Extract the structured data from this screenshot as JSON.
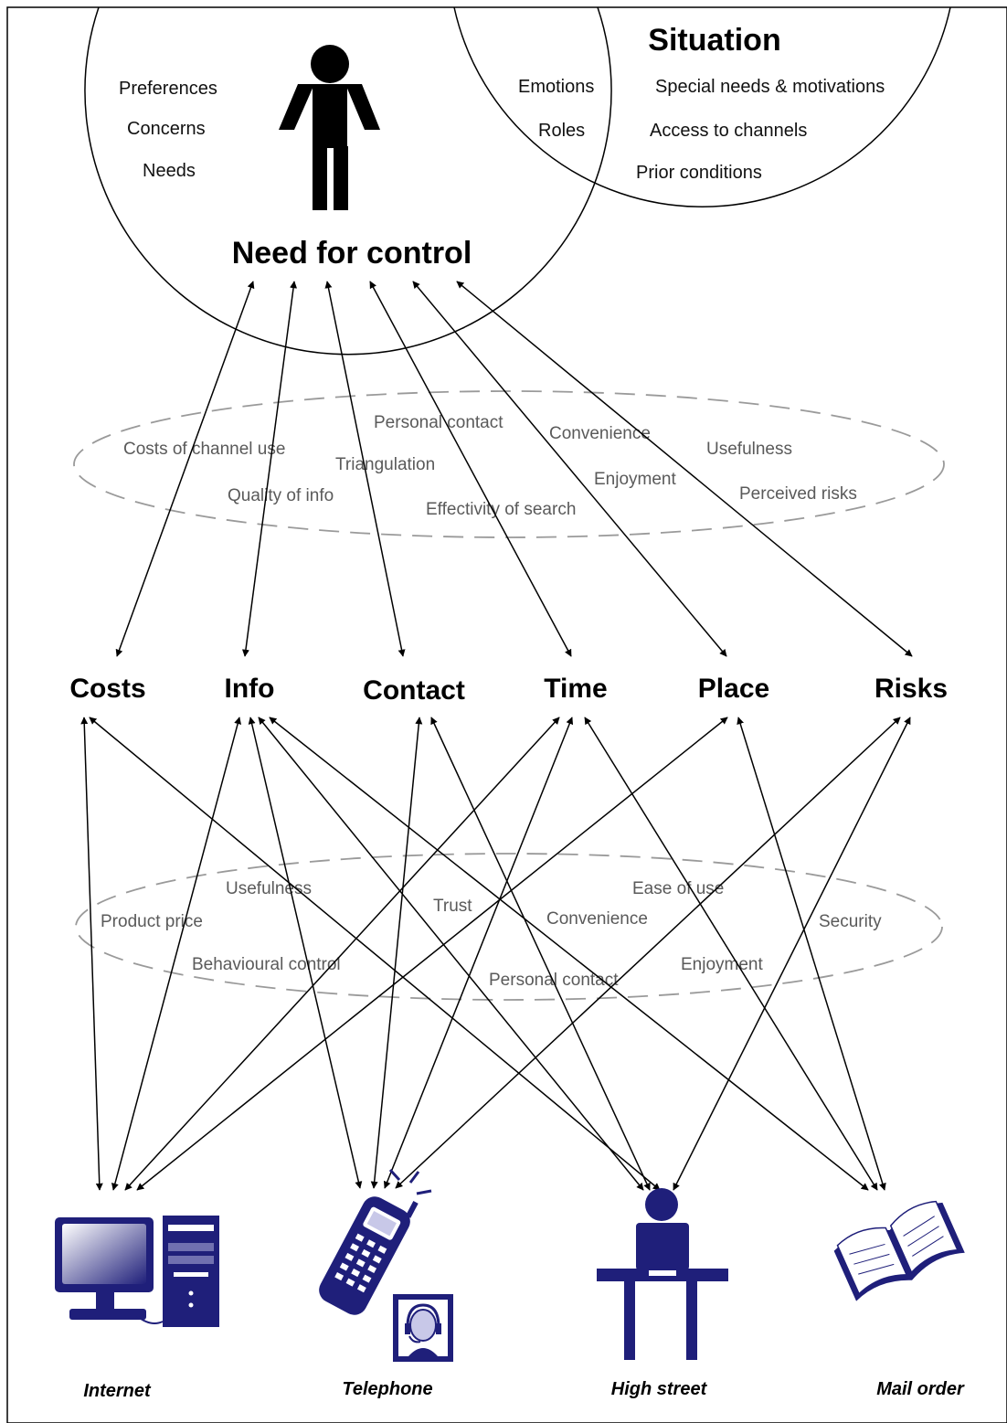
{
  "person": {
    "factors": [
      "Preferences",
      "Concerns",
      "Needs"
    ],
    "title": "Need for control"
  },
  "situation": {
    "title": "Situation",
    "items": [
      "Emotions",
      "Special needs & motivations",
      "Roles",
      "Access to channels",
      "Prior conditions"
    ]
  },
  "upper_factors": [
    "Costs of channel use",
    "Personal contact",
    "Convenience",
    "Usefulness",
    "Triangulation",
    "Enjoyment",
    "Quality of info",
    "Perceived risks",
    "Effectivity of search"
  ],
  "dimensions": [
    "Costs",
    "Info",
    "Contact",
    "Time",
    "Place",
    "Risks"
  ],
  "lower_factors": [
    "Usefulness",
    "Ease of use",
    "Product price",
    "Trust",
    "Convenience",
    "Security",
    "Behavioural control",
    "Enjoyment",
    "Personal contact"
  ],
  "channels": [
    "Internet",
    "Telephone",
    "High street",
    "Mail order"
  ],
  "icons": [
    "computer-icon",
    "mobile-phone-icon",
    "call-center-agent-icon",
    "shop-clerk-icon",
    "catalogue-book-icon"
  ],
  "colors": {
    "icon": "#1f1f7a",
    "dashed_ellipse": "#9a9a9a",
    "factor_text": "#5a5a5a"
  }
}
